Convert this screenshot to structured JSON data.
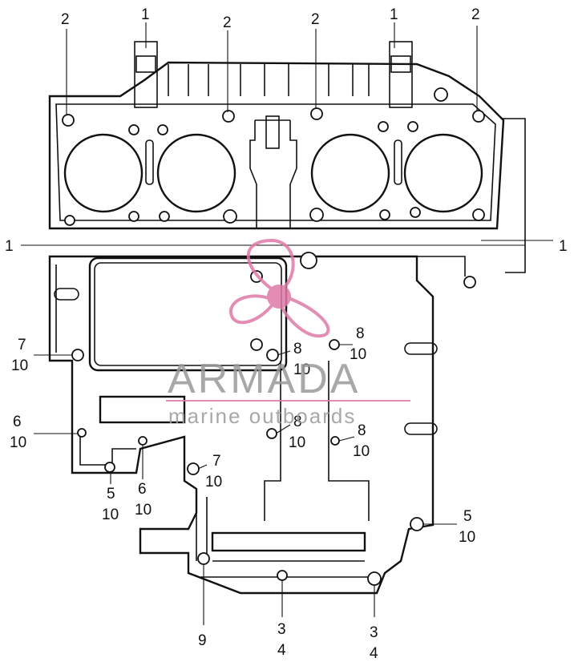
{
  "callouts": {
    "c1_top_left": "1",
    "c1_top_right": "1",
    "c1_side_left": "1",
    "c1_side_right": "1",
    "c2_a": "2",
    "c2_b": "2",
    "c2_c": "2",
    "c2_d": "2",
    "c7_left": "7",
    "c10_left_a": "10",
    "c6_left": "6",
    "c10_left_b": "10",
    "c5_low": "5",
    "c10_low_a": "10",
    "c6_low": "6",
    "c10_low_b": "10",
    "c7_mid": "7",
    "c10_mid": "10",
    "c8_a": "8",
    "c10_8a": "10",
    "c8_b": "8",
    "c10_8b": "10",
    "c8_c": "8",
    "c10_8c": "10",
    "c8_d": "8",
    "c10_8d": "10",
    "c5_right": "5",
    "c10_right": "10",
    "c9": "9",
    "c3_a": "3",
    "c4_a": "4",
    "c3_b": "3",
    "c4_b": "4"
  },
  "watermark": {
    "title": "ARMADA",
    "subtitle": "marine outboards",
    "colors": {
      "pink": "#e07aa8",
      "gray": "#9a9a9a"
    }
  }
}
